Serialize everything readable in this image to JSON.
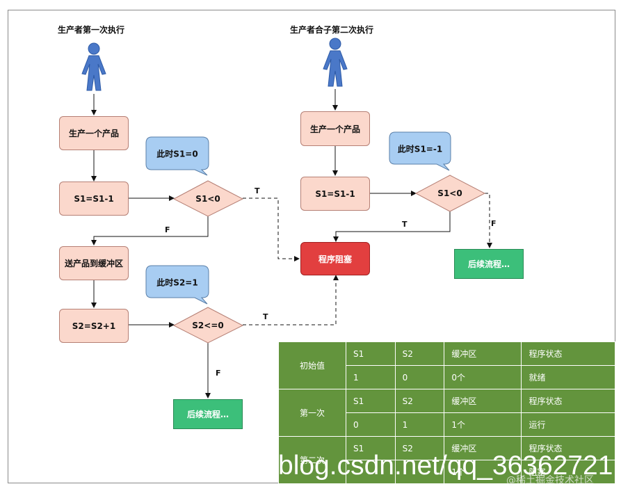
{
  "left_flow": {
    "title": "生产者第一次执行",
    "produce": "生产一个产品",
    "decrement": "S1=S1-1",
    "check": "S1<0",
    "note": "此时S1=0",
    "send": "送产品到缓冲区",
    "increment": "S2=S2+1",
    "check2": "S2<=0",
    "note2": "此时S2=1",
    "next": "后续流程…"
  },
  "right_flow": {
    "title": "生产者合子第二次执行",
    "produce": "生产一个产品",
    "decrement": "S1=S1-1",
    "check": "S1<0",
    "note": "此时S1=-1",
    "next": "后续流程…"
  },
  "blocked": "程序阻塞",
  "edge_labels": {
    "t1": "T",
    "f1": "F",
    "t2": "T",
    "f2": "F",
    "t3": "T",
    "f3": "F"
  },
  "table": {
    "rows": [
      {
        "group": "初始值",
        "header": [
          "S1",
          "S2",
          "缓冲区",
          "程序状态"
        ],
        "values": [
          "1",
          "0",
          "0个",
          "就绪"
        ]
      },
      {
        "group": "第一次",
        "header": [
          "S1",
          "S2",
          "缓冲区",
          "程序状态"
        ],
        "values": [
          "0",
          "1",
          "1个",
          "运行"
        ]
      },
      {
        "group": "第二次",
        "header": [
          "S1",
          "S2",
          "缓冲区",
          "程序状态"
        ],
        "values": [
          "",
          "",
          "1个",
          "阻塞"
        ]
      }
    ]
  },
  "watermark": "blog.csdn.net/qq_36362721",
  "watermark_small": "@稀土掘金技术社区",
  "colors": {
    "process_fill": "#fbd8cc",
    "bubble_fill": "#a8cdf2",
    "blocked_fill": "#e23f3f",
    "next_fill": "#3cbf7a",
    "table_fill": "#63943d",
    "person": "#4a78c8"
  }
}
